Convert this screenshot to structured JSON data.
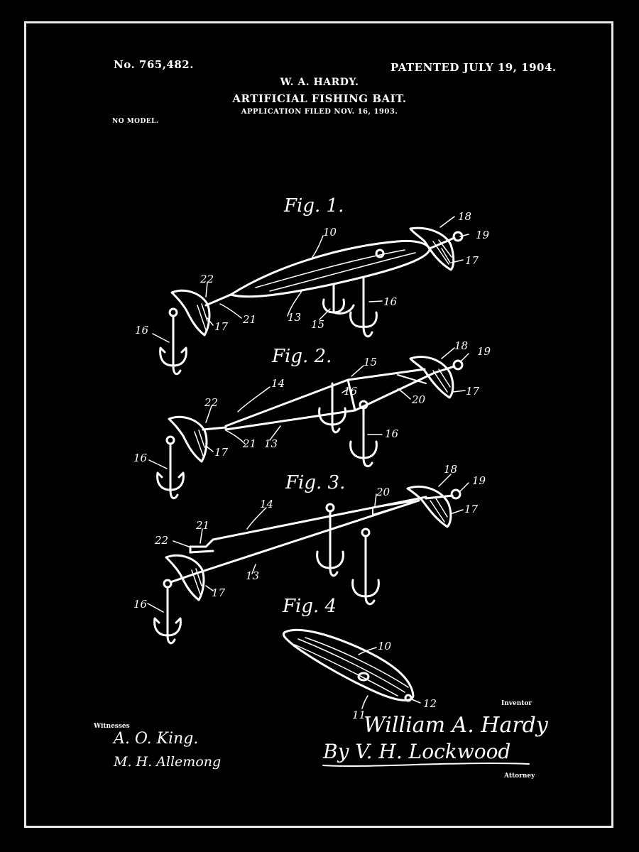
{
  "header": {
    "patent_number": "No. 765,482.",
    "patent_date": "PATENTED JULY 19, 1904.",
    "inventor_name": "W. A. HARDY.",
    "title": "ARTIFICIAL FISHING BAIT.",
    "application": "APPLICATION FILED NOV. 16, 1903.",
    "model_note": "NO MODEL."
  },
  "figures": [
    {
      "label": "Fig. 1.",
      "refs": [
        "10",
        "18",
        "19",
        "17",
        "22",
        "21",
        "13",
        "15",
        "16",
        "16",
        "17"
      ]
    },
    {
      "label": "Fig. 2.",
      "refs": [
        "15",
        "18",
        "19",
        "14",
        "16",
        "20",
        "17",
        "22",
        "21",
        "13",
        "16",
        "16",
        "17"
      ]
    },
    {
      "label": "Fig. 3.",
      "refs": [
        "18",
        "19",
        "20",
        "14",
        "21",
        "22",
        "17",
        "13",
        "16",
        "17"
      ]
    },
    {
      "label": "Fig. 4",
      "refs": [
        "10",
        "11",
        "12"
      ]
    }
  ],
  "signatures": {
    "witnesses_label": "Witnesses",
    "witness_1": "A. O. King.",
    "witness_2": "M. H. Allemong",
    "inventor_label": "Inventor",
    "inventor_signature": "William A. Hardy",
    "attorney_signature": "By V. H. Lockwood",
    "attorney_label": "Attorney"
  },
  "colors": {
    "background": "#000000",
    "ink": "#ffffff",
    "frame": "#e8e8e8"
  }
}
